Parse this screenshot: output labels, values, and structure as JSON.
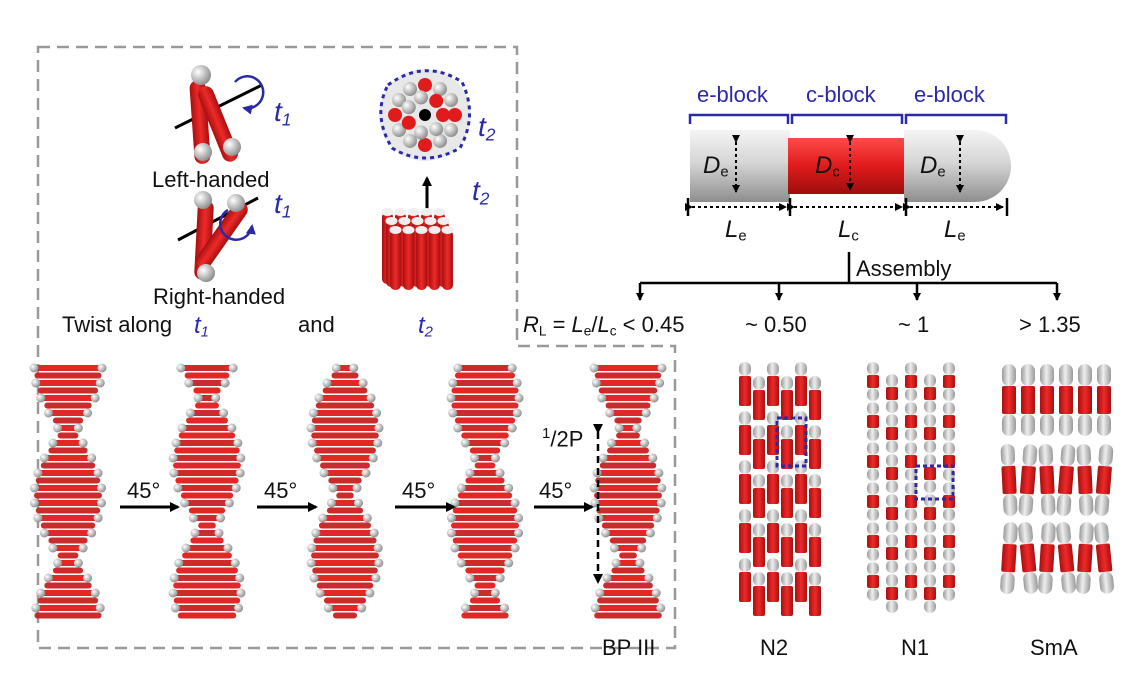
{
  "colors": {
    "red": "#e01b1b",
    "grey": "#cfcfcf",
    "blue": "#2a2aa8",
    "dash": "#999999"
  },
  "top_left": {
    "t1": "t",
    "t1_sub": "1",
    "t2": "t",
    "t2_sub": "2",
    "left_handed": "Left-handed",
    "right_handed": "Right-handed",
    "twist_along": "Twist along",
    "and": "and"
  },
  "rotation": {
    "angle": "45°",
    "half_pitch_num": "1",
    "half_pitch_unit": "2P",
    "label": "BP III"
  },
  "schematic": {
    "e_block": "e-block",
    "c_block": "c-block",
    "D": "D",
    "e": "e",
    "c": "c",
    "L": "L"
  },
  "assembly": {
    "label": "Assembly",
    "rl_R": "R",
    "rl_sub": "L",
    "rl_rest": " = ",
    "rl_Le": "L",
    "rl_e": "e",
    "rl_slash": "/",
    "rl_Lc": "L",
    "rl_c": "c",
    "rl_val": " < 0.45",
    "v2": "~ 0.50",
    "v3": "~ 1",
    "v4": "> 1.35",
    "phase2": "N2",
    "phase3": "N1",
    "phase4": "SmA"
  }
}
